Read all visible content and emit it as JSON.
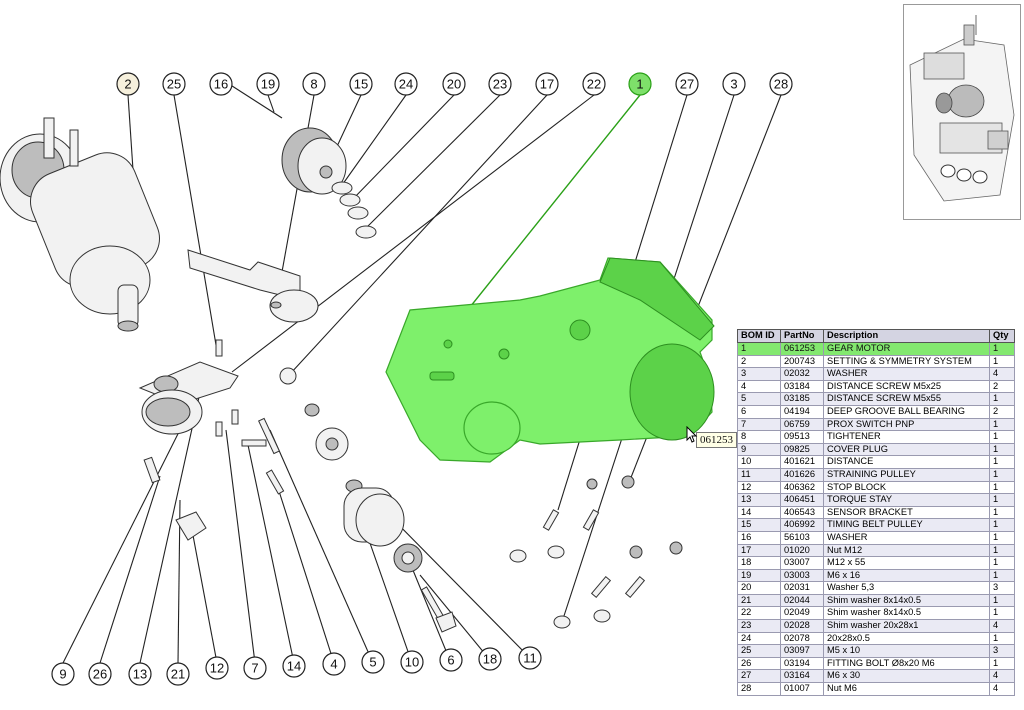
{
  "callouts": {
    "c1": "1",
    "c2": "2",
    "c3": "3",
    "c4": "4",
    "c5": "5",
    "c6": "6",
    "c7": "7",
    "c8": "8",
    "c9": "9",
    "c10": "10",
    "c11": "11",
    "c12": "12",
    "c13": "13",
    "c14": "14",
    "c15": "15",
    "c16": "16",
    "c17": "17",
    "c18": "18",
    "c19": "19",
    "c20": "20",
    "c21": "21",
    "c22": "22",
    "c23": "23",
    "c24": "24",
    "c25": "25",
    "c26": "26",
    "c27": "27",
    "c28": "28"
  },
  "tooltip": "061253",
  "colors": {
    "highlight": "#7ef06b",
    "selected_row": "#83e86f",
    "header": "#d4d4e2"
  },
  "bom": {
    "headers": {
      "id": "BOM ID",
      "partno": "PartNo",
      "description": "Description",
      "qty": "Qty"
    },
    "rows": [
      {
        "id": "1",
        "partno": "061253",
        "description": "GEAR MOTOR",
        "qty": "1"
      },
      {
        "id": "2",
        "partno": "200743",
        "description": "SETTING & SYMMETRY SYSTEM",
        "qty": "1"
      },
      {
        "id": "3",
        "partno": "02032",
        "description": "WASHER",
        "qty": "4"
      },
      {
        "id": "4",
        "partno": "03184",
        "description": "DISTANCE SCREW M5x25",
        "qty": "2"
      },
      {
        "id": "5",
        "partno": "03185",
        "description": "DISTANCE SCREW M5x55",
        "qty": "1"
      },
      {
        "id": "6",
        "partno": "04194",
        "description": "DEEP GROOVE BALL BEARING",
        "qty": "2"
      },
      {
        "id": "7",
        "partno": "06759",
        "description": "PROX SWITCH PNP",
        "qty": "1"
      },
      {
        "id": "8",
        "partno": "09513",
        "description": "TIGHTENER",
        "qty": "1"
      },
      {
        "id": "9",
        "partno": "09825",
        "description": "COVER PLUG",
        "qty": "1"
      },
      {
        "id": "10",
        "partno": "401621",
        "description": "DISTANCE",
        "qty": "1"
      },
      {
        "id": "11",
        "partno": "401626",
        "description": "STRAINING PULLEY",
        "qty": "1"
      },
      {
        "id": "12",
        "partno": "406362",
        "description": "STOP BLOCK",
        "qty": "1"
      },
      {
        "id": "13",
        "partno": "406451",
        "description": "TORQUE STAY",
        "qty": "1"
      },
      {
        "id": "14",
        "partno": "406543",
        "description": "SENSOR BRACKET",
        "qty": "1"
      },
      {
        "id": "15",
        "partno": "406992",
        "description": "TIMING BELT PULLEY",
        "qty": "1"
      },
      {
        "id": "16",
        "partno": "56103",
        "description": "WASHER",
        "qty": "1"
      },
      {
        "id": "17",
        "partno": "01020",
        "description": "Nut M12",
        "qty": "1"
      },
      {
        "id": "18",
        "partno": "03007",
        "description": "M12 x 55",
        "qty": "1"
      },
      {
        "id": "19",
        "partno": "03003",
        "description": "M6 x 16",
        "qty": "1"
      },
      {
        "id": "20",
        "partno": "02031",
        "description": "Washer 5,3",
        "qty": "3"
      },
      {
        "id": "21",
        "partno": "02044",
        "description": "Shim washer 8x14x0.5",
        "qty": "1"
      },
      {
        "id": "22",
        "partno": "02049",
        "description": "Shim washer 8x14x0.5",
        "qty": "1"
      },
      {
        "id": "23",
        "partno": "02028",
        "description": "Shim washer 20x28x1",
        "qty": "4"
      },
      {
        "id": "24",
        "partno": "02078",
        "description": "20x28x0.5",
        "qty": "1"
      },
      {
        "id": "25",
        "partno": "03097",
        "description": "M5 x 10",
        "qty": "3"
      },
      {
        "id": "26",
        "partno": "03194",
        "description": "FITTING BOLT Ø8x20 M6",
        "qty": "1"
      },
      {
        "id": "27",
        "partno": "03164",
        "description": "M6 x 30",
        "qty": "4"
      },
      {
        "id": "28",
        "partno": "01007",
        "description": "Nut M6",
        "qty": "4"
      }
    ]
  }
}
